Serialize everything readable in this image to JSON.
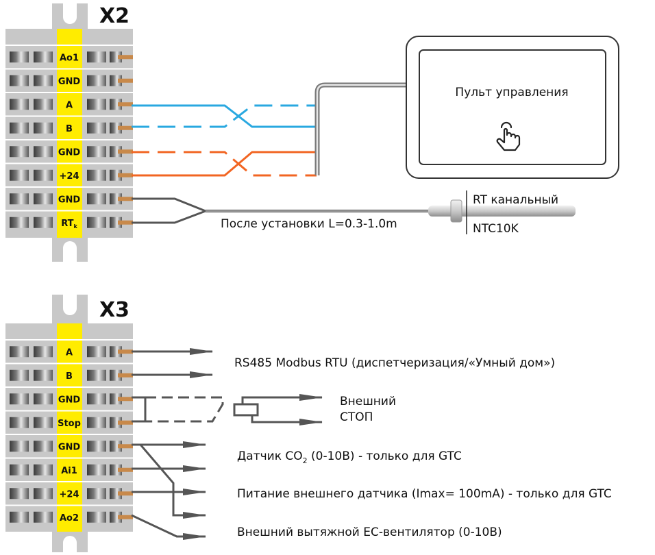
{
  "blocks": {
    "x2": {
      "title": "X2",
      "pins": [
        "Ao1",
        "GND",
        "A",
        "B",
        "GND",
        "+24",
        "GND",
        "RT"
      ],
      "rt_subscript": "k"
    },
    "x3": {
      "title": "X3",
      "pins": [
        "A",
        "B",
        "GND",
        "Stop",
        "GND",
        "Ai1",
        "+24",
        "Ao2"
      ]
    }
  },
  "panel": {
    "label": "Пульт управления",
    "icon": "touch-hand-icon"
  },
  "sensor": {
    "name": "RT канальный",
    "type": "NTC10K",
    "cable_note": "После установки L=0.3-1.0m"
  },
  "outputs": {
    "rs485": "RS485 Modbus RTU (диспетчеризация/«Умный дом»)",
    "stop_line1": "Внешний",
    "stop_line2": "СТОП",
    "co2_prefix": "Датчик CO",
    "co2_sub": "2",
    "co2_suffix": " (0-10В) - только для GTC",
    "power": "Питание внешнего датчика (Imax= 100mA) - только для GTC",
    "fan": "Внешний вытяжной ЕС-вентилятор (0-10В)"
  },
  "colors": {
    "terminal_body": "#c8c8c8",
    "terminal_dark": "#555555",
    "label_strip": "#ffec00",
    "wire_blue": "#29a8e0",
    "wire_orange": "#f26522",
    "wire_grey": "#555555",
    "copper": "#c8894a"
  }
}
